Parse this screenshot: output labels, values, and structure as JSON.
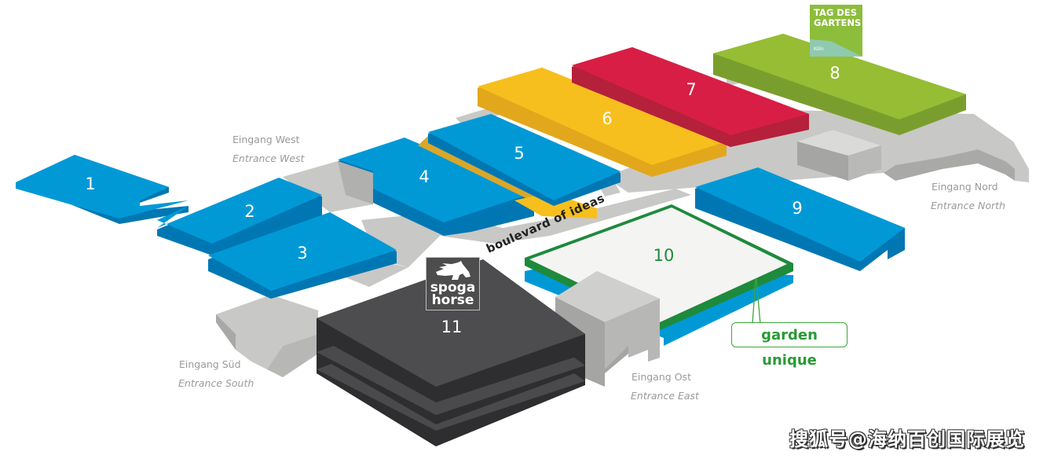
{
  "map": {
    "title": "Koelnmesse hall plan",
    "halls": [
      {
        "id": "1",
        "label": "1",
        "color": "#0099d6"
      },
      {
        "id": "2",
        "label": "2",
        "color": "#0099d6"
      },
      {
        "id": "3",
        "label": "3",
        "color": "#0099d6"
      },
      {
        "id": "4",
        "label": "4",
        "color": "#0099d6"
      },
      {
        "id": "5",
        "label": "5",
        "color": "#0099d6"
      },
      {
        "id": "6",
        "label": "6",
        "color": "#f7bf1d"
      },
      {
        "id": "7",
        "label": "7",
        "color": "#d81e44"
      },
      {
        "id": "8",
        "label": "8",
        "color": "#96bd34"
      },
      {
        "id": "9",
        "label": "9",
        "color": "#0099d6"
      },
      {
        "id": "10",
        "label": "10",
        "color": "#f4f4f2",
        "outline": "#1e8a3c"
      },
      {
        "id": "11",
        "label": "11",
        "color": "#4a4a4c"
      }
    ],
    "entrances": {
      "west": {
        "de": "Eingang West",
        "en": "Entrance West"
      },
      "south": {
        "de": "Eingang Süd",
        "en": "Entrance South"
      },
      "east": {
        "de": "Eingang Ost",
        "en": "Entrance East"
      },
      "north": {
        "de": "Eingang Nord",
        "en": "Entrance North"
      }
    },
    "boulevard": "boulevard of ideas",
    "garden_unique": "garden unique",
    "tag_des_gartens": {
      "line1": "TAG DES",
      "line2": "GARTENS",
      "city": "Köln"
    },
    "spoga_horse": {
      "line1": "spoga",
      "line2": "horse"
    },
    "watermark": "搜狐号@海纳百创国际展览"
  },
  "colors": {
    "blue": "#0099d6",
    "blue_dark": "#0077b3",
    "yellow": "#f7bf1d",
    "red": "#d81e44",
    "green": "#96bd34",
    "grey": "#c8c8c6",
    "dark": "#4a4a4c",
    "garden_green": "#1e8a3c"
  }
}
